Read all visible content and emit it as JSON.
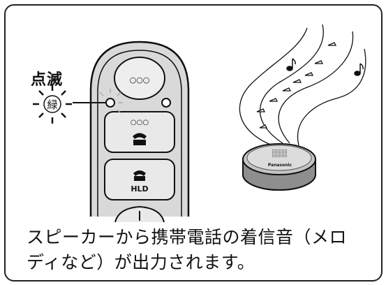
{
  "labels": {
    "blink": "点滅",
    "led_color": "緑",
    "hold_key": "HLD",
    "dots": "○○○",
    "brand": "Panasonic"
  },
  "caption": {
    "line1": "スピーカーから携帯電話の着信音（メロ",
    "line2": "ディなど）が出力されます。"
  },
  "colors": {
    "outline": "#111111",
    "device_fill": "#d9d9d9",
    "key_fill": "#e9e9e9",
    "speaker_fill": "#8e8e8e",
    "note_line": "#111111"
  },
  "icons": [
    "phone-icon",
    "hold-phone-icon",
    "music-note-icon",
    "speaker-grill-icon"
  ]
}
